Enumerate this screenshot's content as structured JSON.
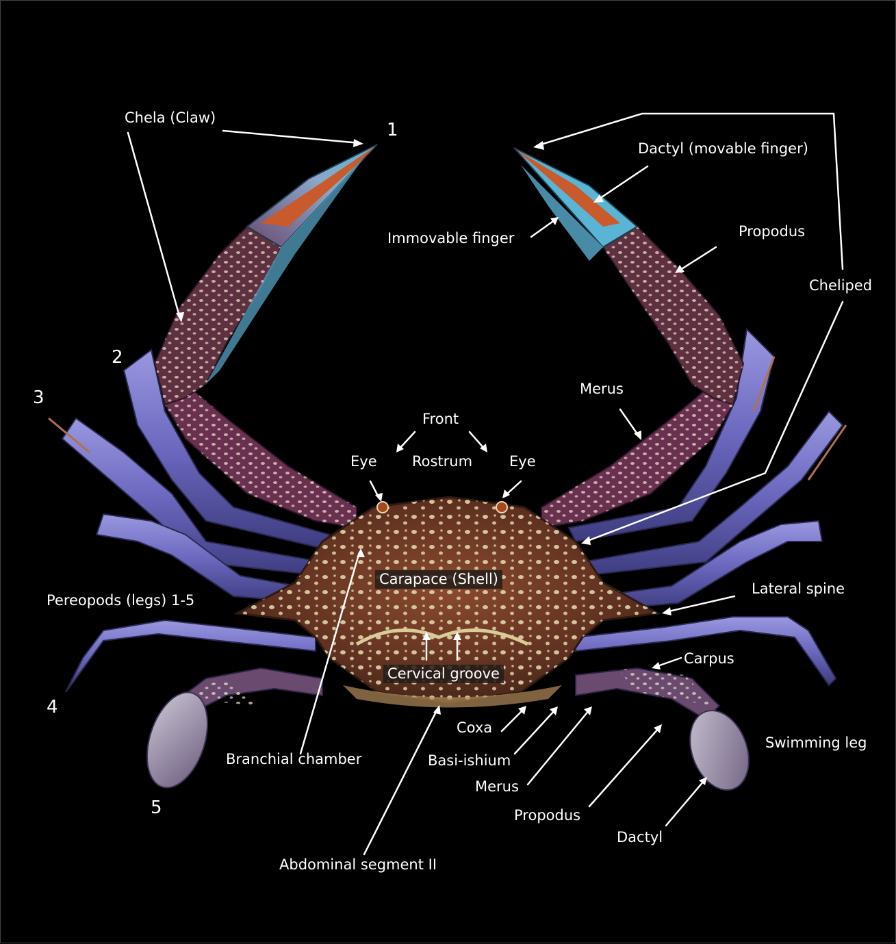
{
  "colors": {
    "background": "#000000",
    "leg": "#6f6cc0",
    "carapace": "#6e3a24",
    "spots": "#e8dcb0",
    "claw_tip": "#c85a2c",
    "finger": "#5fb0cf"
  },
  "labels": {
    "chela": "Chela (Claw)",
    "dactyl_movable": "Dactyl (movable finger)",
    "immovable_finger": "Immovable finger",
    "propodus_upper": "Propodus",
    "cheliped": "Cheliped",
    "merus_upper": "Merus",
    "front": "Front",
    "rostrum": "Rostrum",
    "eye_left": "Eye",
    "eye_right": "Eye",
    "carapace": "Carapace (Shell)",
    "pereopods": "Pereopods (legs) 1-5",
    "lateral_spine": "Lateral spine",
    "cervical_groove": "Cervical groove",
    "carpus": "Carpus",
    "coxa": "Coxa",
    "swimming_leg": "Swimming leg",
    "branchial_chamber": "Branchial chamber",
    "basi_ishium": "Basi-ishium",
    "merus_lower": "Merus",
    "propodus_lower": "Propodus",
    "dactyl": "Dactyl",
    "abdominal_segment": "Abdominal segment II"
  },
  "leg_numbers": [
    "1",
    "2",
    "3",
    "4",
    "5"
  ]
}
